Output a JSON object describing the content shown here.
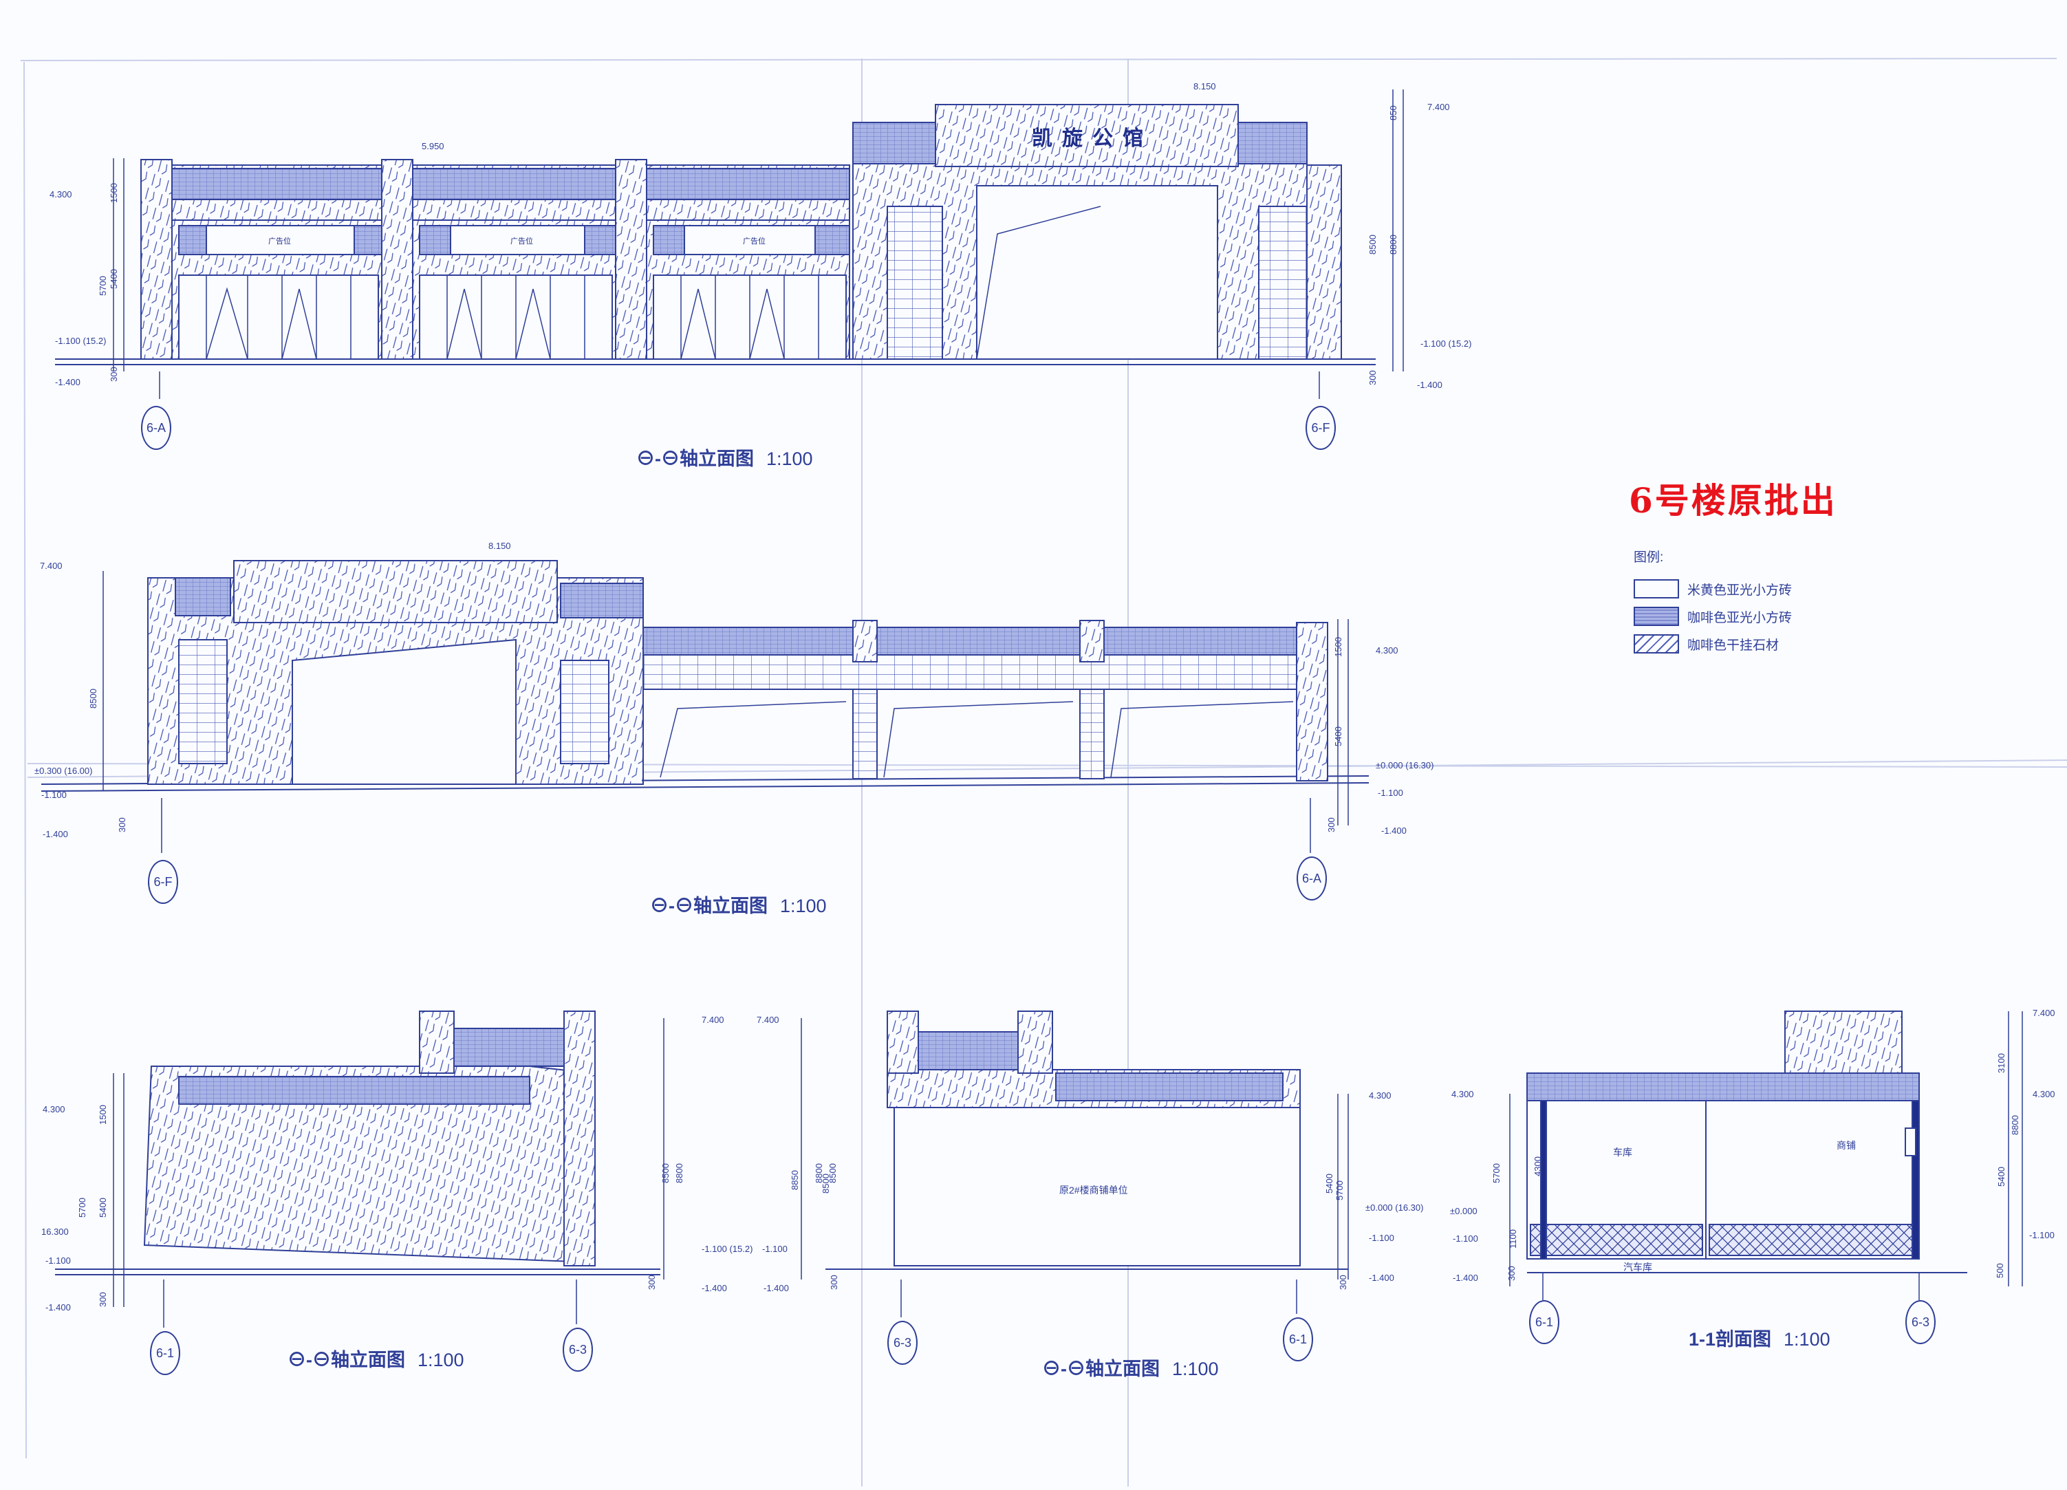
{
  "note": "6号楼原批出",
  "legend": {
    "title": "图例:",
    "items": [
      {
        "label": "米黄色亚光小方砖",
        "icon": "plain-swatch"
      },
      {
        "label": "咖啡色亚光小方砖",
        "icon": "grid-swatch"
      },
      {
        "label": "咖啡色干挂石材",
        "icon": "stone-hatch-swatch"
      }
    ]
  },
  "elevation_1": {
    "title": "⊖-⊖轴立面图",
    "scale": "1:100",
    "sign": "凯旋公馆",
    "ad": "广告位",
    "axis_left": "6-A",
    "axis_right": "6-F",
    "levels": {
      "top": "8.150",
      "roof": "5.950",
      "parapet_left": "4.300",
      "parapet_right": "7.400",
      "ground_left": "-1.100 (15.2)",
      "ground_right": "-1.100 (15.2)",
      "base": "-1.400"
    },
    "dims": {
      "a": "1500",
      "b": "5700",
      "c": "5400",
      "d": "300",
      "e": "8500",
      "f": "8800",
      "g": "850"
    }
  },
  "elevation_2": {
    "title": "⊖-⊖轴立面图",
    "scale": "1:100",
    "axis_left": "6-F",
    "axis_right": "6-A",
    "levels": {
      "top": "8.150",
      "left_top": "7.400",
      "right_top": "4.300",
      "zero_left": "±0.300 (16.00)",
      "ground": "-1.100",
      "base": "-1.400",
      "zero_right": "±0.000 (16.30)"
    },
    "dims": {
      "a": "8500",
      "b": "1500",
      "c": "5400",
      "d": "300"
    }
  },
  "elevation_3": {
    "title": "⊖-⊖轴立面图",
    "scale": "1:100",
    "axis_left": "6-1",
    "axis_right": "6-3",
    "levels": {
      "top": "7.400",
      "mid": "4.300",
      "left_low": "16.300",
      "ground": "-1.100",
      "base": "-1.400",
      "right_ground": "-1.100 (15.2)",
      "right_ground2": "-1.100",
      "right_base": "-1.400",
      "right_base2": "-1.400",
      "right_top2": "7.400"
    },
    "dims": {
      "a": "1500",
      "b": "5700",
      "c": "5400",
      "d": "8500",
      "e": "8800",
      "f": "300"
    }
  },
  "elevation_4": {
    "title": "⊖-⊖轴立面图",
    "scale": "1:100",
    "axis_left": "6-3",
    "axis_right": "6-1",
    "room": "原2#楼商铺单位",
    "levels": {
      "mid": "4.300",
      "zero": "±0.000 (16.30)",
      "ground": "-1.100",
      "base": "-1.400"
    },
    "dims": {
      "a": "5400",
      "b": "5700",
      "c": "8850",
      "d": "8500",
      "e": "300"
    }
  },
  "section": {
    "title": "1-1剖面图",
    "scale": "1:100",
    "axis_left": "6-1",
    "axis_right": "6-3",
    "rooms": {
      "left": "车库",
      "right": "商铺",
      "bottom": "汽车库"
    },
    "levels": {
      "top": "7.400",
      "mid_left": "4.300",
      "mid_right": "4.300",
      "zero": "±0.000",
      "ground_left": "-1.100",
      "base_left": "-1.400",
      "ground_right": "-1.100"
    },
    "dims": {
      "a": "5700",
      "b": "4300",
      "c": "1100",
      "d": "300",
      "e": "3100",
      "f": "5400",
      "g": "8800",
      "h": "500"
    }
  }
}
